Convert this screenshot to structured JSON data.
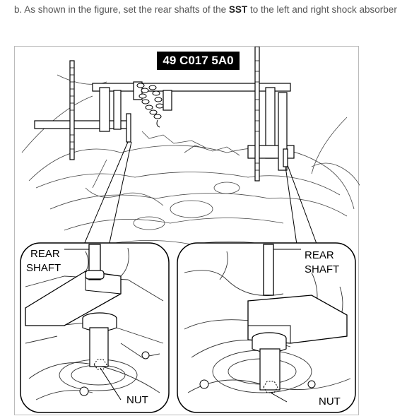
{
  "instruction": {
    "prefix": "b. As shown in the figure, set the rear shafts of the ",
    "bold": "SST",
    "suffix": " to the left and right shock absorber"
  },
  "figure": {
    "part_number": "49 C017 5A0",
    "left_detail": {
      "label_line1": "REAR",
      "label_line2": "SHAFT",
      "nut_label": "NUT"
    },
    "right_detail": {
      "label_line1": "REAR",
      "label_line2": "SHAFT",
      "nut_label": "NUT"
    }
  }
}
